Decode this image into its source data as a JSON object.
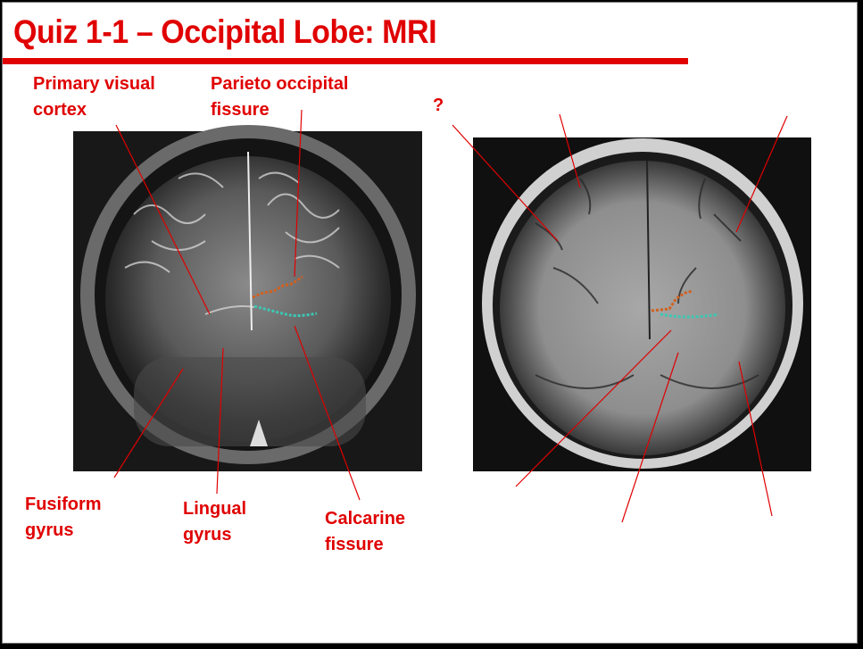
{
  "title": "Quiz 1-1 – Occipital Lobe: MRI",
  "left_image": {
    "labels": {
      "primary_visual_cortex": "Primary visual\ncortex",
      "parieto_occipital_fissure": "Parieto occipital\nfissure",
      "fusiform_gyrus": "Fusiform\ngyrus",
      "lingual_gyrus": "Lingual\ngyrus",
      "calcarine_fissure": "Calcarine\nfissure"
    }
  },
  "right_image": {
    "question_label": "?"
  },
  "colors": {
    "accent": "#e00000",
    "parieto_trace": "#d2601e",
    "calcarine_trace": "#3cc8b4"
  }
}
